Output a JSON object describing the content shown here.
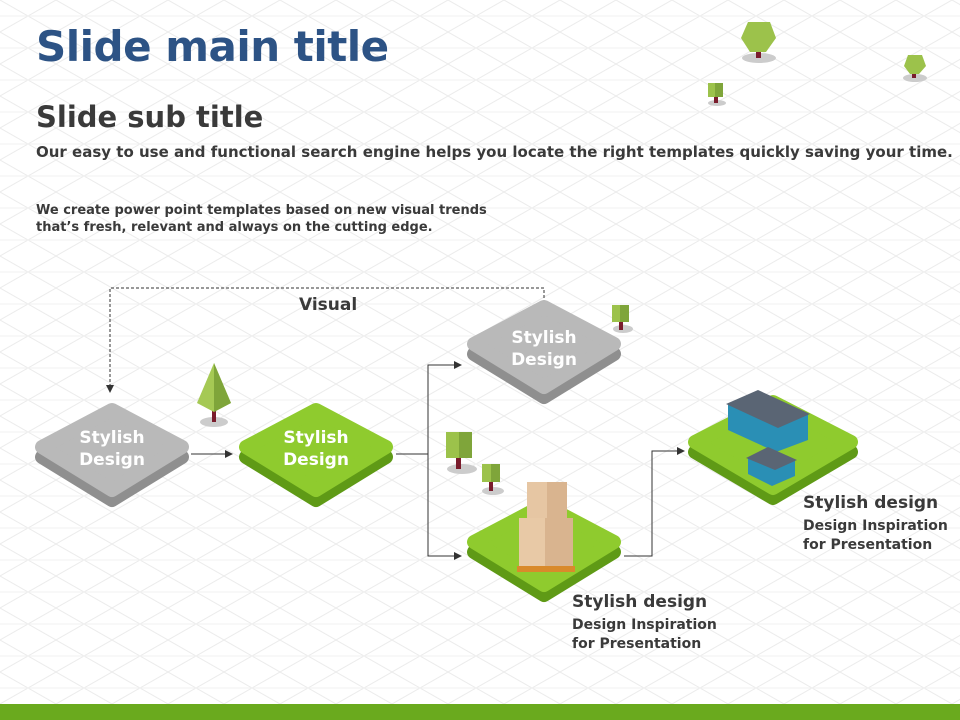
{
  "slide": {
    "title": "Slide main title",
    "subtitle": "Slide sub title",
    "description": "Our easy to use and functional search engine helps you locate the right templates quickly  saving your time.",
    "body": "We create power point templates based on new visual trends that’s fresh, relevant and always on the cutting edge."
  },
  "diagram": {
    "loop_label": "Visual",
    "nodes": [
      {
        "line1": "Stylish",
        "line2": "Design",
        "color": "#b9b9b9"
      },
      {
        "line1": "Stylish",
        "line2": "Design",
        "color": "#8fcb2e"
      },
      {
        "line1": "Stylish",
        "line2": "Design",
        "color": "#b9b9b9"
      }
    ],
    "captions": [
      {
        "title": "Stylish design",
        "line1": "Design Inspiration",
        "line2": "for Presentation"
      },
      {
        "title": "Stylish design",
        "line1": "Design Inspiration",
        "line2": "for Presentation"
      }
    ]
  },
  "colors": {
    "title": "#2d5385",
    "accent": "#6aaa1e",
    "green": "#8fcb2e",
    "gray": "#b9b9b9"
  }
}
